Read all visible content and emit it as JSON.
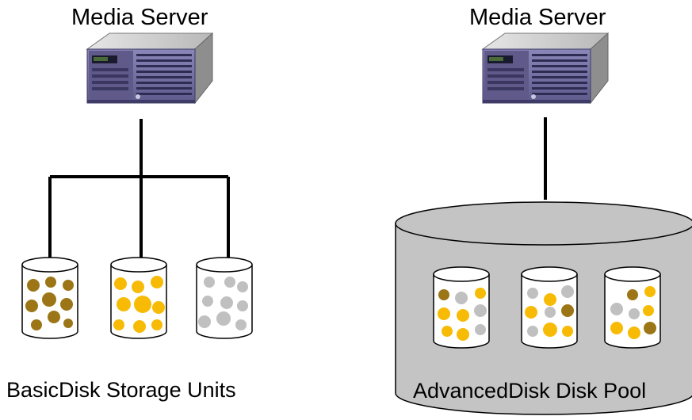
{
  "left_group": {
    "server_label": "Media Server",
    "caption": "BasicDisk Storage Units"
  },
  "right_group": {
    "server_label": "Media Server",
    "caption": "AdvancedDisk Disk Pool"
  },
  "colors": {
    "brown": "#9c7616",
    "gold": "#f7bb06",
    "gray": "#c0c0c0",
    "pool_fill": "#c4c4c4",
    "line": "#000000"
  },
  "icons": {
    "server": "rack-server-icon",
    "disk": "disk-cylinder-icon",
    "pool": "disk-pool-cylinder-icon"
  }
}
